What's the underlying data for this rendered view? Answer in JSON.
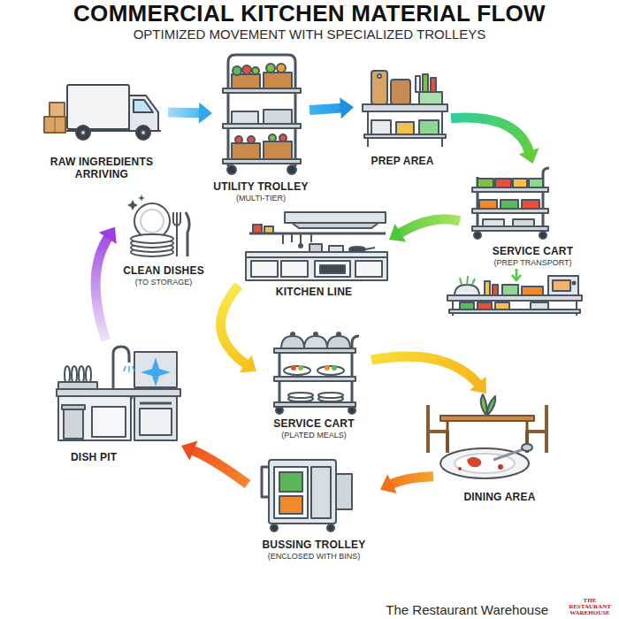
{
  "diagram": {
    "title": "COMMERCIAL KITCHEN MATERIAL FLOW",
    "nodes": [
      {
        "text": [
          "RAW INGREDIENTS ARRIVING"
        ]
      },
      {
        "text": [
          "UTILITY TROLLEY",
          "(MULTI-TIER)"
        ]
      },
      {
        "text": [
          "PREP AREA"
        ]
      },
      {
        "text": [
          "SERVICE CART",
          "(PREP TRANSPORT)"
        ]
      },
      {
        "text": [
          "KITCHEN LINE"
        ]
      },
      {
        "text": [
          "SERVICE CART",
          "(PLATED MEALS)"
        ]
      },
      {
        "text": [
          "DINING AREA"
        ]
      },
      {
        "text": [
          "BUSSING TROLLEY",
          "(ENCLOSED WITH BINS)"
        ]
      },
      {
        "text": [
          "DISH PIT"
        ]
      },
      {
        "text": [
          "CLEAN DISHES",
          "(TO STORAGE)"
        ]
      }
    ],
    "edges": [
      {
        "from": 0,
        "to": 1,
        "arrow": "to"
      },
      {
        "from": 1,
        "to": 2,
        "arrow": "to"
      },
      {
        "from": 2,
        "to": 3,
        "arrow": "to"
      },
      {
        "from": 3,
        "to": 4,
        "arrow": "to"
      },
      {
        "from": 4,
        "to": 5,
        "arrow": "to"
      },
      {
        "from": 5,
        "to": 6,
        "arrow": "to"
      },
      {
        "from": 6,
        "to": 7,
        "arrow": "to"
      },
      {
        "from": 7,
        "to": 8,
        "arrow": "to"
      },
      {
        "from": 8,
        "to": 9,
        "arrow": "to"
      }
    ],
    "labels": [
      "OPTIMIZED MOVEMENT WITH SPECIALIZED TROLLEYS",
      "The Restaurant Warehouse",
      "THE RESTAURANT WAREHOUSE"
    ]
  }
}
